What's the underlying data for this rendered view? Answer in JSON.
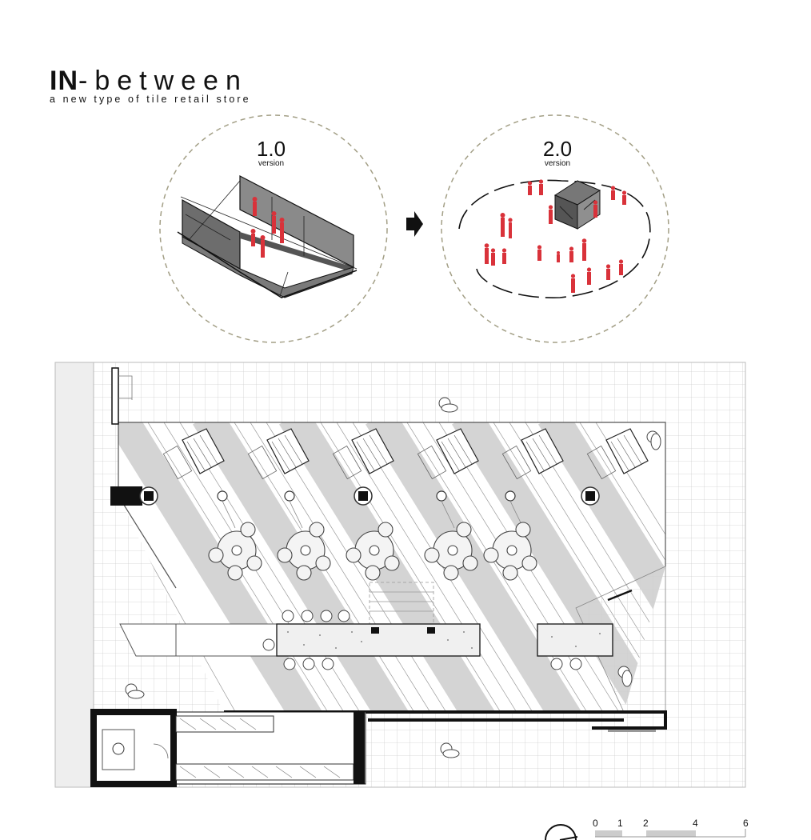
{
  "header": {
    "title_lead": "IN",
    "title_rest": "-between",
    "subtitle": "a new type of tile retail store"
  },
  "concepts": [
    {
      "number": "1.0",
      "label": "version"
    },
    {
      "number": "2.0",
      "label": "version"
    }
  ],
  "scale_bar": {
    "ticks": [
      "0",
      "1",
      "2",
      "4",
      "6"
    ]
  },
  "colors": {
    "figure_red": "#d9323a",
    "circle_dash": "#a39f86",
    "stripe_gray": "#d4d4d4",
    "grid_line": "#cfcfcf",
    "wall": "#111111"
  },
  "icons": [
    "arrow-right-icon",
    "north-arrow-icon"
  ]
}
